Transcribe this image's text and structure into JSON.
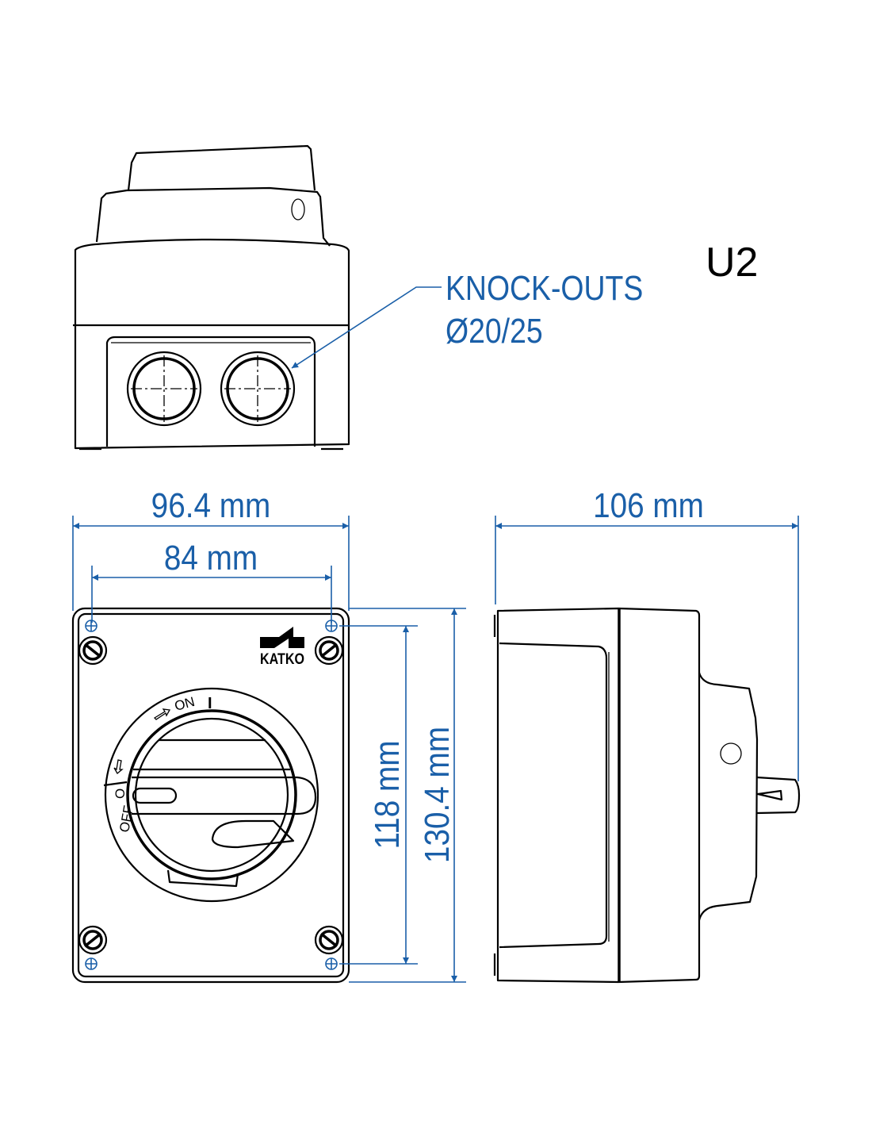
{
  "title": "U2",
  "callout": {
    "line1": "KNOCK-OUTS",
    "line2": "Ø20/25"
  },
  "dimensions": {
    "overall_width": "96.4 mm",
    "fixing_width": "84 mm",
    "depth": "106 mm",
    "fixing_height": "118 mm",
    "overall_height": "130.4 mm"
  },
  "front_panel": {
    "brand_logo": "KATKO",
    "on_label": "ON",
    "on_symbol": "I",
    "off_label": "OFF",
    "off_symbol": "O"
  },
  "colors": {
    "dimension": "#1a5fa8",
    "outline": "#000000"
  }
}
